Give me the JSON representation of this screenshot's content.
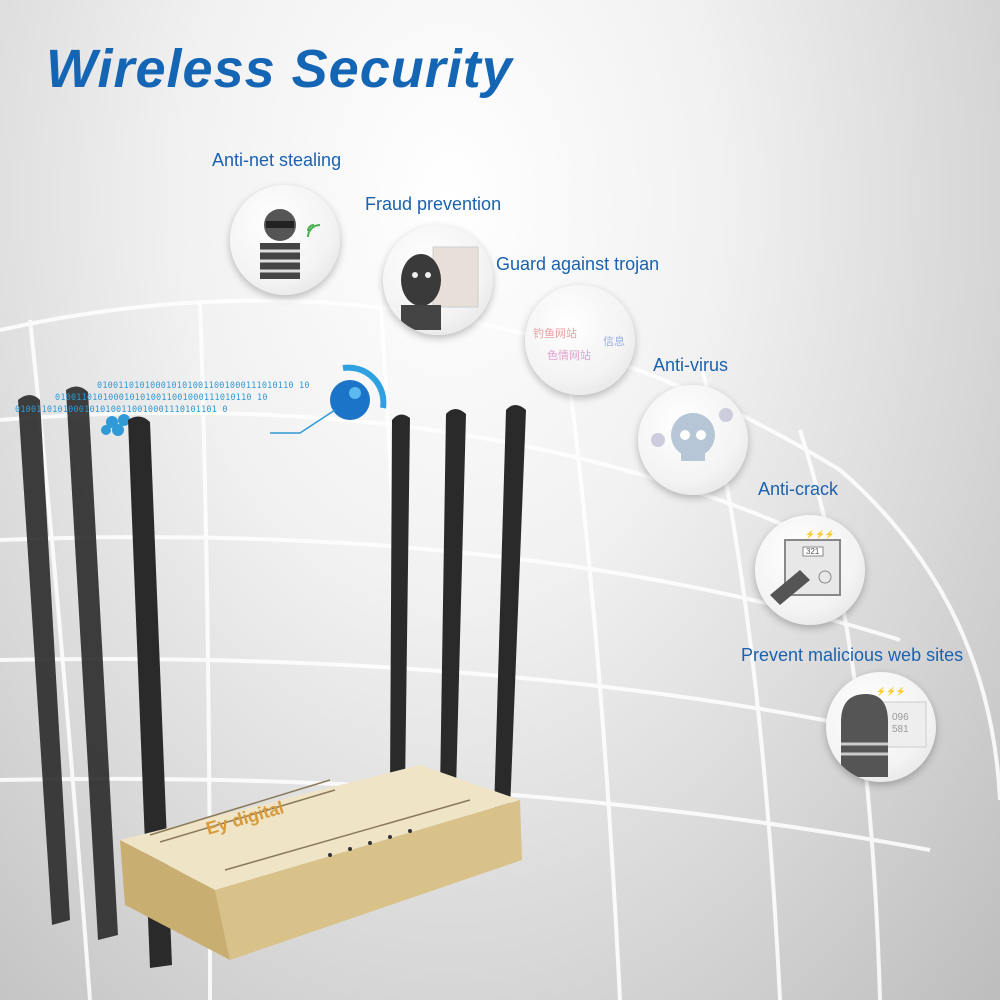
{
  "title": "Wireless Security",
  "features": [
    {
      "label": "Anti-net stealing",
      "icon": "thief-icon"
    },
    {
      "label": "Fraud prevention",
      "icon": "masked-fraudster-icon"
    },
    {
      "label": "Guard against trojan",
      "icon": "phishing-site-icon",
      "icon_text": [
        "钓鱼网站",
        "色情网站",
        "信息"
      ]
    },
    {
      "label": "Anti-virus",
      "icon": "skull-icon"
    },
    {
      "label": "Anti-crack",
      "icon": "safe-icon",
      "icon_text": [
        "321"
      ]
    },
    {
      "label": "Prevent malicious web sites",
      "icon": "hacker-screen-icon",
      "icon_text": [
        "096",
        "581"
      ]
    }
  ],
  "binary": [
    "0100110101000101010011001000111010110 10",
    "0100110101000101010011001000111010110 10",
    "01001101010001010100110010001110101101 0"
  ],
  "router": {
    "brand": "Ey digital"
  },
  "colors": {
    "accent": "#1565b5",
    "label": "#1a62b0",
    "binary": "#2f9ad6"
  }
}
